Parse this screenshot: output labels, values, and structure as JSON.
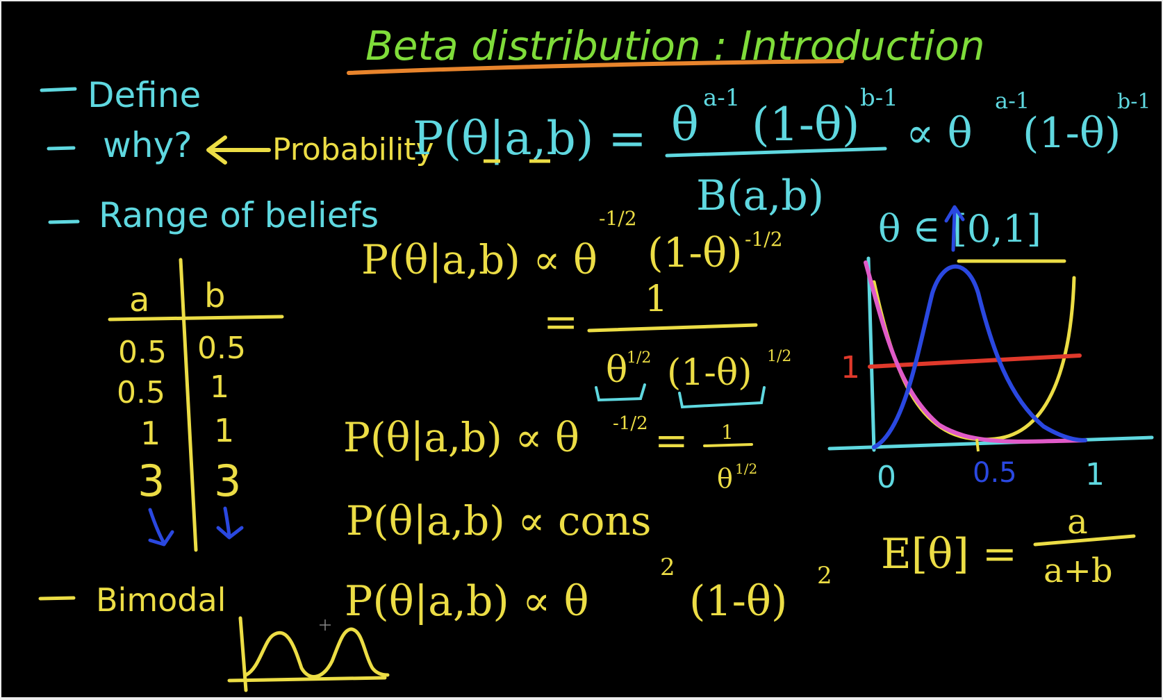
{
  "colors": {
    "board": "#000000",
    "green": "#7fdc3a",
    "orange": "#e8842c",
    "cyan": "#5fd8e0",
    "yellow": "#ecdd45",
    "blue": "#2a48e0",
    "red": "#e0392b",
    "pink": "#e05ac8"
  },
  "title": "Beta distribution : Introduction",
  "outline": [
    {
      "text": "Define"
    },
    {
      "text": "why?"
    },
    {
      "text": "Range of beliefs"
    },
    {
      "text": "Bimodal"
    }
  ],
  "arrow_label": "Probability",
  "main_formula": {
    "lhs": "P(θ|a,b) =",
    "numerator": "θ",
    "numerator_rest": "(1-θ)",
    "exp_a": "a-1",
    "exp_b": "b-1",
    "denominator": "B(a,b)",
    "prop_part": "∝ θ",
    "prop_rest": "(1-θ)",
    "prop_exp_a": "a-1",
    "prop_exp_b": "b-1"
  },
  "table": {
    "headers": [
      "a",
      "b"
    ],
    "rows": [
      [
        "0.5",
        "0.5"
      ],
      [
        "0.5",
        "1"
      ],
      [
        "1",
        "1"
      ],
      [
        "3",
        "3"
      ]
    ]
  },
  "derivations": {
    "d1_lhs": "P(θ|a,b) ∝ θ",
    "d1_exp1": "-1/2",
    "d1_rest": "(1-θ)",
    "d1_exp2": "-1/2",
    "d2_eq": "=",
    "d2_num": "1",
    "d2_den_a": "θ",
    "d2_den_exp1": "1/2",
    "d2_den_b": "(1-θ)",
    "d2_den_exp2": "1/2",
    "d3_lhs": "P(θ|a,b) ∝ θ",
    "d3_exp": "-1/2",
    "d3_eq": "=",
    "d3_num": "1",
    "d3_den": "θ",
    "d3_den_exp": "1/2",
    "d4": "P(θ|a,b) ∝ cons",
    "d5_lhs": "P(θ|a,b) ∝ θ",
    "d5_exp1": "2",
    "d5_rest": "(1-θ)",
    "d5_exp2": "2"
  },
  "domain": "θ ∈ [0,1]",
  "graph": {
    "y_tick": "1",
    "x_ticks": [
      "0",
      "0.5",
      "1"
    ]
  },
  "expectation": {
    "lhs": "E[θ] =",
    "num": "a",
    "den": "a+b"
  }
}
